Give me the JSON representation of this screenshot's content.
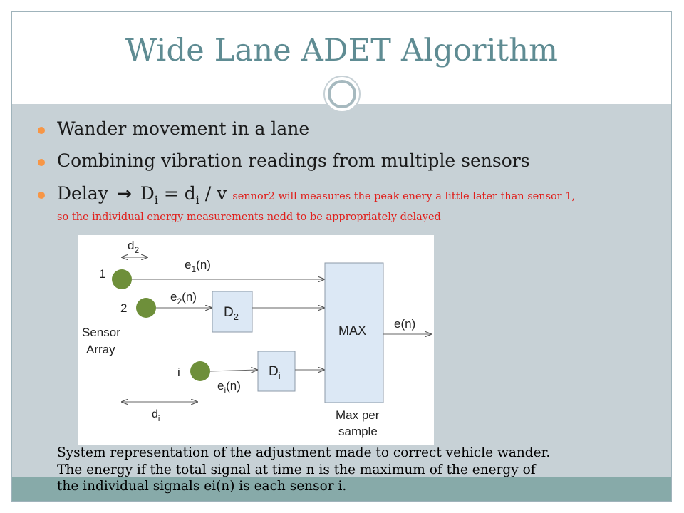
{
  "title": "Wide Lane ADET Algorithm",
  "bullets": [
    {
      "text": "Wander movement in a lane"
    },
    {
      "text": "Combining vibration readings from multiple sensors"
    }
  ],
  "delay_bullet": {
    "label": "Delay",
    "arrow": "→",
    "formula_D": "D",
    "formula_sub_i": "i",
    "formula_eq": " = d",
    "formula_sub_i2": "i",
    "formula_rest": " / v",
    "note_line1": "sennor2 will measures the peak enery a little later than sensor 1,",
    "note_line2": "so the individual  energy measurements nedd to be appropriately delayed"
  },
  "diagram": {
    "d2_label": "d",
    "d2_sub": "2",
    "sensor1_label": "1",
    "sensor2_label": "2",
    "sensor_i_label": "i",
    "sensor_array_line1": "Sensor",
    "sensor_array_line2": "Array",
    "e1_label": "e",
    "e1_sub": "1",
    "e1_tail": "(n)",
    "e2_label": "e",
    "e2_sub": "2",
    "e2_tail": "(n)",
    "ei_label": "e",
    "ei_sub": "i",
    "ei_tail": "(n)",
    "D2_label": "D",
    "D2_sub": "2",
    "Di_label": "D",
    "Di_sub": "i",
    "max_label": "MAX",
    "en_label": "e(n)",
    "max_per_line1": "Max per",
    "max_per_line2": "sample",
    "di_label": "d",
    "di_sub": "i"
  },
  "caption": [
    "System representation of the adjustment made to correct vehicle wander.",
    "The energy if the total signal at time n is the maximum of the energy of",
    "the individual signals ei(n) is each sensor i."
  ],
  "colors": {
    "title": "#5f8c93",
    "content_bg": "#c7d1d6",
    "footer_band": "#87aaa9",
    "bullet_dot": "#f79646",
    "note": "#e0201c",
    "sensor_green": "#6e8f3a",
    "box_fill": "#dce8f5"
  }
}
